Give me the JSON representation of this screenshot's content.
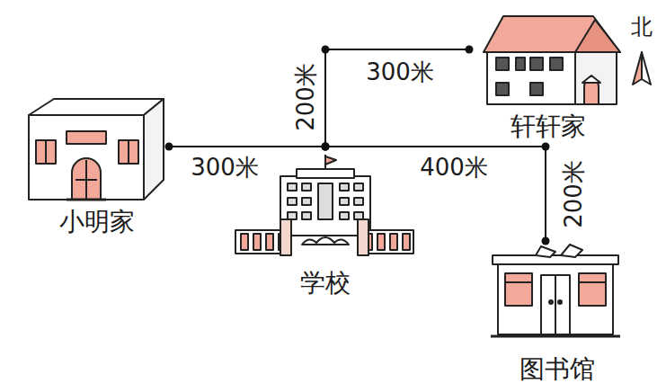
{
  "diagram": {
    "nodes": [
      {
        "text": [
          "小明家"
        ]
      },
      {
        "text": [
          "学校"
        ]
      },
      {
        "text": [
          "轩轩家"
        ]
      },
      {
        "text": [
          "图书馆"
        ]
      }
    ],
    "edges": [
      {
        "from": 0,
        "to": 1,
        "arrow": "none",
        "label": "300米"
      },
      {
        "from": 1,
        "to": 2,
        "arrow": "none",
        "label": "300米"
      },
      {
        "from": 1,
        "to": 3,
        "arrow": "none",
        "label": "400米"
      }
    ],
    "labels": [
      "200米",
      "200米",
      "北"
    ]
  }
}
